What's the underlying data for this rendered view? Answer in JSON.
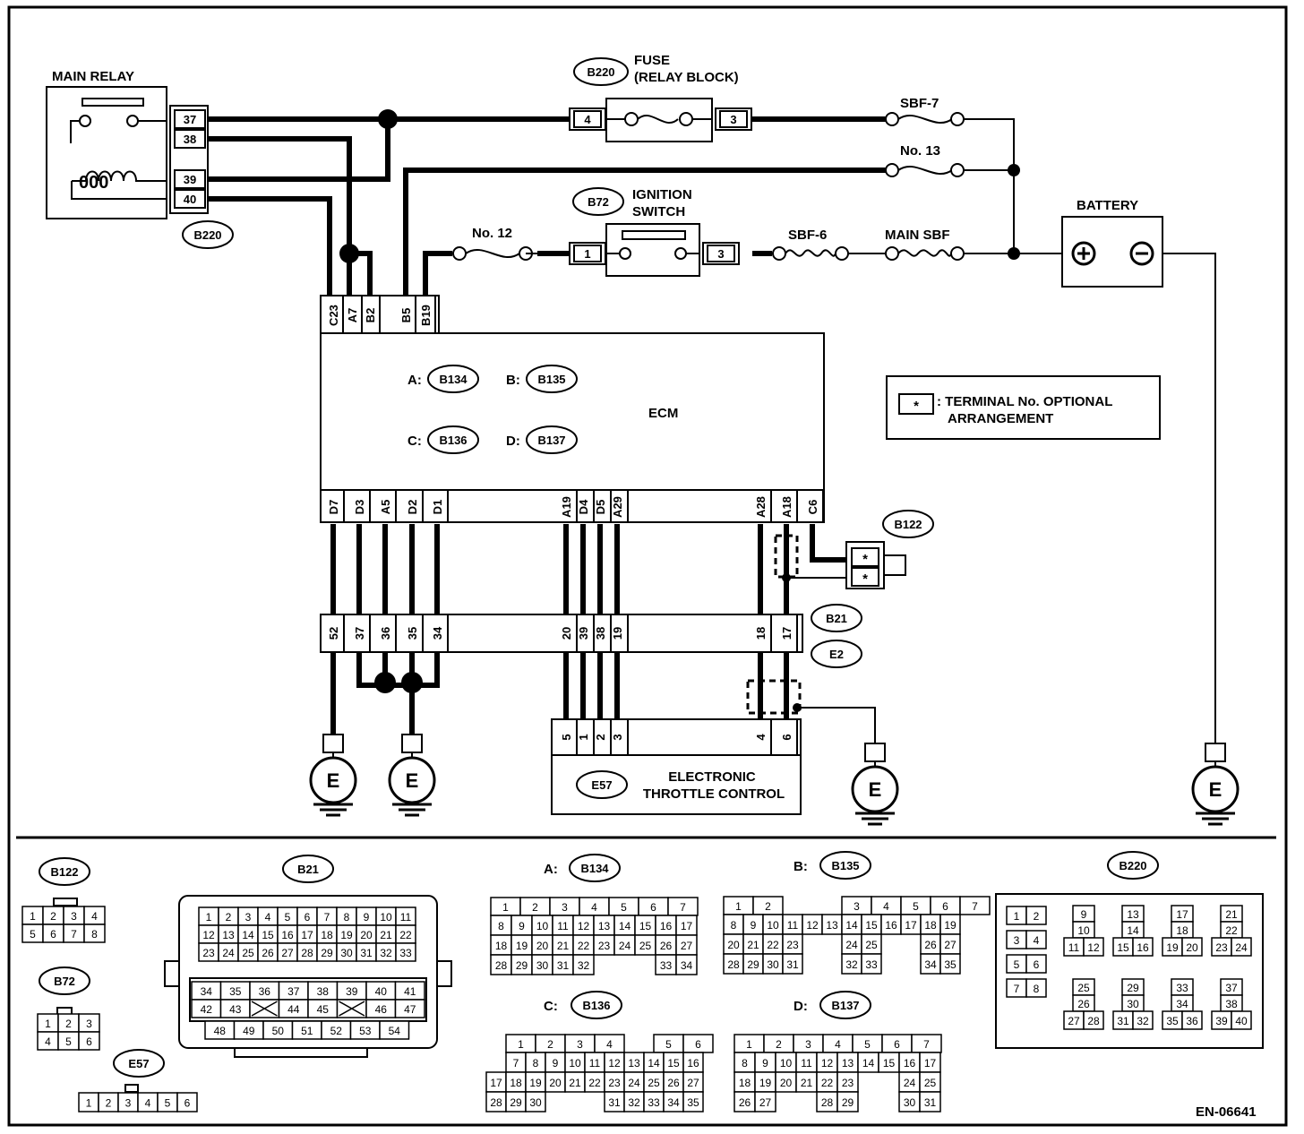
{
  "components": {
    "main_relay": "MAIN RELAY",
    "fuse": "FUSE",
    "fuse_sub": "(RELAY BLOCK)",
    "ignition": "IGNITION",
    "ignition_sub": "SWITCH",
    "battery": "BATTERY",
    "ecm": "ECM",
    "etc_line1": "ELECTRONIC",
    "etc_line2": "THROTTLE CONTROL",
    "sbf7": "SBF-7",
    "no13": "No. 13",
    "no12": "No. 12",
    "sbf6": "SBF-6",
    "main_sbf": "MAIN SBF",
    "ground": "E",
    "note_line1": ": TERMINAL No. OPTIONAL",
    "note_line2": "ARRANGEMENT",
    "note_symbol": "*",
    "figure_id": "EN-06641"
  },
  "connectors": {
    "b220": "B220",
    "b72": "B72",
    "b134": "B134",
    "b135": "B135",
    "b136": "B136",
    "b137": "B137",
    "b122": "B122",
    "b21": "B21",
    "e2": "E2",
    "e57": "E57"
  },
  "prefixes": {
    "a": "A:",
    "b": "B:",
    "c": "C:",
    "d": "D:"
  },
  "relay_pins": [
    "37",
    "38",
    "39",
    "40"
  ],
  "fuse_pins": [
    "4",
    "3"
  ],
  "ign_pins": [
    "1",
    "3"
  ],
  "ecm_top_pins": [
    "C23",
    "A7",
    "B2",
    "B5",
    "B19"
  ],
  "ecm_bottom_pins": [
    "D7",
    "D3",
    "A5",
    "D2",
    "D1",
    "A19",
    "D4",
    "D5",
    "A29",
    "A28",
    "A18",
    "C6"
  ],
  "b21_pins": [
    "52",
    "37",
    "36",
    "35",
    "34",
    "20",
    "39",
    "38",
    "19",
    "18",
    "17"
  ],
  "etc_pins": [
    "5",
    "1",
    "2",
    "3",
    "4",
    "6"
  ],
  "b122_pins": [
    "*",
    "*"
  ],
  "layouts": {
    "b122": [
      [
        "1",
        "2",
        "3",
        "4"
      ],
      [
        "5",
        "6",
        "7",
        "8"
      ]
    ],
    "b72": [
      [
        "1",
        "2",
        "3"
      ],
      [
        "4",
        "5",
        "6"
      ]
    ],
    "e57": [
      [
        "1",
        "2",
        "3",
        "4",
        "5",
        "6"
      ]
    ],
    "b21": [
      [
        "1",
        "2",
        "3",
        "4",
        "5",
        "6",
        "7",
        "8",
        "9",
        "10",
        "11"
      ],
      [
        "12",
        "13",
        "14",
        "15",
        "16",
        "17",
        "18",
        "19",
        "20",
        "21",
        "22"
      ],
      [
        "23",
        "24",
        "25",
        "26",
        "27",
        "28",
        "29",
        "30",
        "31",
        "32",
        "33"
      ],
      [
        "34",
        "35",
        "36",
        "37",
        "38",
        "39",
        "40",
        "41"
      ],
      [
        "42",
        "43",
        "X",
        "44",
        "45",
        "X",
        "46",
        "47"
      ],
      [
        "48",
        "49",
        "50",
        "51",
        "52",
        "53",
        "54"
      ]
    ],
    "b134": [
      [
        "1",
        "2",
        "3",
        "4",
        "5",
        "6",
        "7"
      ],
      [
        "8",
        "9",
        "10",
        "11",
        "12",
        "13",
        "14",
        "15",
        "16",
        "17"
      ],
      [
        "18",
        "19",
        "20",
        "21",
        "22",
        "23",
        "24",
        "25",
        "26",
        "27"
      ],
      [
        "28",
        "29",
        "30",
        "31",
        "32",
        "",
        "",
        "",
        "33",
        "34"
      ]
    ],
    "b135": [
      [
        "1",
        "2",
        "",
        "",
        "3",
        "4",
        "5",
        "6",
        "7"
      ],
      [
        "8",
        "9",
        "10",
        "11",
        "12",
        "13",
        "14",
        "15",
        "16",
        "17",
        "18",
        "19"
      ],
      [
        "20",
        "21",
        "22",
        "23",
        "",
        "",
        "24",
        "25",
        "",
        "",
        "26",
        "27"
      ],
      [
        "28",
        "29",
        "30",
        "31",
        "",
        "",
        "32",
        "33",
        "",
        "",
        "34",
        "35"
      ]
    ],
    "b136": [
      [
        "",
        "1",
        "2",
        "3",
        "4",
        "",
        "5",
        "6"
      ],
      [
        "",
        "7",
        "8",
        "9",
        "10",
        "11",
        "12",
        "13",
        "14",
        "15",
        "16"
      ],
      [
        "17",
        "18",
        "19",
        "20",
        "21",
        "22",
        "23",
        "24",
        "25",
        "26",
        "27"
      ],
      [
        "28",
        "29",
        "30",
        "",
        "",
        "",
        "31",
        "32",
        "33",
        "34",
        "35"
      ]
    ],
    "b137": [
      [
        "1",
        "2",
        "3",
        "4",
        "5",
        "6",
        "7"
      ],
      [
        "8",
        "9",
        "10",
        "11",
        "12",
        "13",
        "14",
        "15",
        "16",
        "17"
      ],
      [
        "18",
        "19",
        "20",
        "21",
        "22",
        "23",
        "",
        "",
        "24",
        "25"
      ],
      [
        "26",
        "27",
        "",
        "",
        "28",
        "29",
        "",
        "",
        "30",
        "31"
      ]
    ],
    "b220_pairs": [
      [
        "1",
        "2"
      ],
      [
        "3",
        "4"
      ],
      [
        "5",
        "6"
      ],
      [
        "7",
        "8"
      ],
      [
        "9",
        "10",
        "11",
        "12"
      ],
      [
        "13",
        "14",
        "15",
        "16"
      ],
      [
        "17",
        "18",
        "19",
        "20"
      ],
      [
        "21",
        "22",
        "23",
        "24"
      ],
      [
        "25",
        "26",
        "27",
        "28"
      ],
      [
        "29",
        "30",
        "31",
        "32"
      ],
      [
        "33",
        "34",
        "35",
        "36"
      ],
      [
        "37",
        "38",
        "39",
        "40"
      ]
    ]
  }
}
